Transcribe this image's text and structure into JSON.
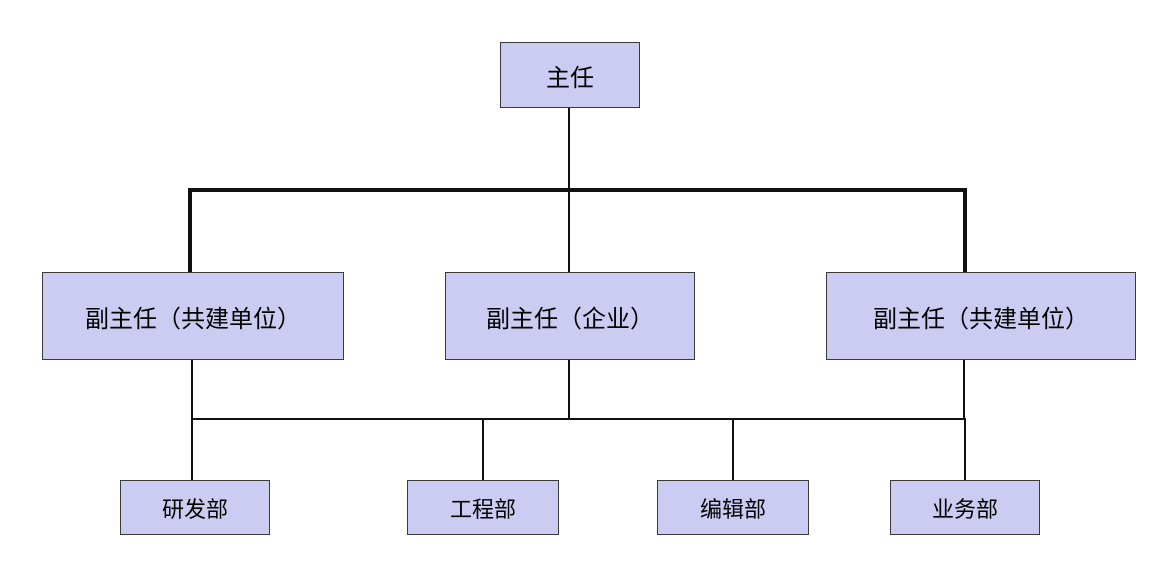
{
  "org_chart": {
    "colors": {
      "box_fill": "#ccccf2",
      "box_border": "#3a3a3a",
      "line_color": "#111111",
      "background": "#ffffff",
      "text_color": "#000000"
    },
    "root": {
      "label": "主任"
    },
    "level2": [
      {
        "label": "副主任（共建单位）"
      },
      {
        "label": "副主任（企业）"
      },
      {
        "label": "副主任（共建单位）"
      }
    ],
    "level3": [
      {
        "label": "研发部"
      },
      {
        "label": "工程部"
      },
      {
        "label": "编辑部"
      },
      {
        "label": "业务部"
      }
    ]
  }
}
